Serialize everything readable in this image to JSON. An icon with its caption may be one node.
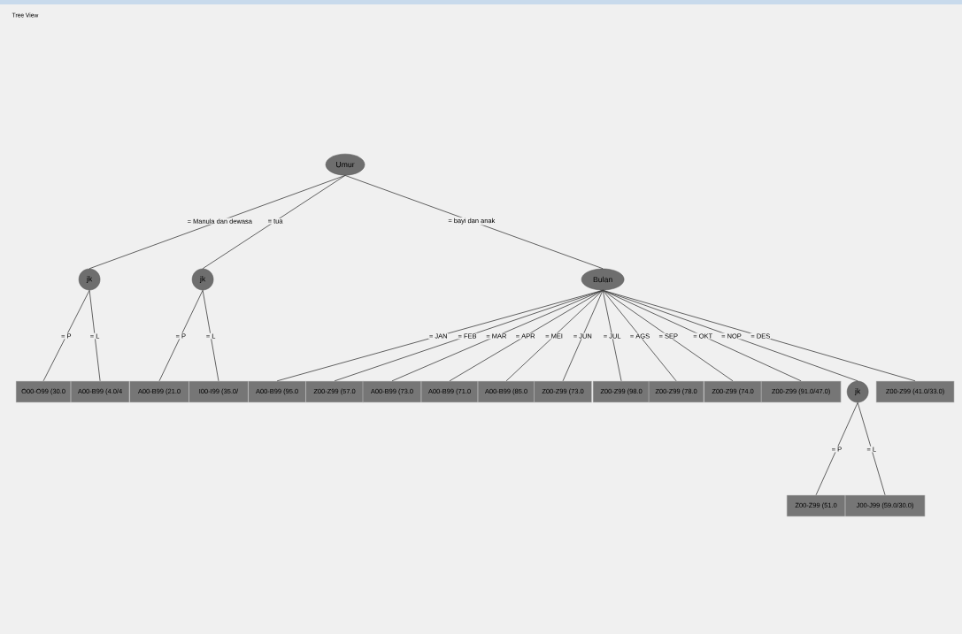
{
  "diagram": {
    "title": "Tree View",
    "nodes": [
      {
        "text": [
          "Umur"
        ]
      },
      {
        "text": [
          "jk"
        ]
      },
      {
        "text": [
          "jk"
        ]
      },
      {
        "text": [
          "Bulan"
        ]
      },
      {
        "text": [
          "O00-O99 (30.0"
        ]
      },
      {
        "text": [
          "A00-B99 (4.0/4"
        ]
      },
      {
        "text": [
          "A00-B99 (21.0"
        ]
      },
      {
        "text": [
          "I00-I99 (35.0/"
        ]
      },
      {
        "text": [
          "A00-B99 (95.0"
        ]
      },
      {
        "text": [
          "Z00-Z99 (57.0"
        ]
      },
      {
        "text": [
          "A00-B99 (73.0"
        ]
      },
      {
        "text": [
          "A00-B99 (71.0"
        ]
      },
      {
        "text": [
          "A00-B99 (85.0"
        ]
      },
      {
        "text": [
          "Z00-Z99 (73.0"
        ]
      },
      {
        "text": [
          "Z00-Z99 (98.0"
        ]
      },
      {
        "text": [
          "Z00-Z99 (78.0"
        ]
      },
      {
        "text": [
          "Z00-Z99 (74.0"
        ]
      },
      {
        "text": [
          "Z00-Z99 (91.0/47.0)"
        ]
      },
      {
        "text": [
          "jk"
        ]
      },
      {
        "text": [
          "Z00-Z99 (41.0/33.0)"
        ]
      },
      {
        "text": [
          "Z00-Z99 (51.0"
        ]
      },
      {
        "text": [
          "J00-J99 (59.0/30.0)"
        ]
      }
    ],
    "edges": [
      {
        "from": 0,
        "to": 1,
        "arrow": "none",
        "label": "= Manula dan dewasa"
      },
      {
        "from": 0,
        "to": 2,
        "arrow": "none",
        "label": "= tua"
      },
      {
        "from": 0,
        "to": 3,
        "arrow": "none",
        "label": "= bayi dan anak"
      },
      {
        "from": 1,
        "to": 4,
        "arrow": "none",
        "label": "= P"
      },
      {
        "from": 1,
        "to": 5,
        "arrow": "none",
        "label": "= L"
      },
      {
        "from": 2,
        "to": 6,
        "arrow": "none",
        "label": "= P"
      },
      {
        "from": 2,
        "to": 7,
        "arrow": "none",
        "label": "= L"
      },
      {
        "from": 3,
        "to": 8,
        "arrow": "none",
        "label": "= JAN"
      },
      {
        "from": 3,
        "to": 9,
        "arrow": "none",
        "label": "= FEB"
      },
      {
        "from": 3,
        "to": 10,
        "arrow": "none",
        "label": "= MAR"
      },
      {
        "from": 3,
        "to": 11,
        "arrow": "none",
        "label": "= APR"
      },
      {
        "from": 3,
        "to": 12,
        "arrow": "none",
        "label": "= MEI"
      },
      {
        "from": 3,
        "to": 13,
        "arrow": "none",
        "label": "= JUN"
      },
      {
        "from": 3,
        "to": 14,
        "arrow": "none",
        "label": "= JUL"
      },
      {
        "from": 3,
        "to": 15,
        "arrow": "none",
        "label": "= AGS"
      },
      {
        "from": 3,
        "to": 16,
        "arrow": "none",
        "label": "= SEP"
      },
      {
        "from": 3,
        "to": 17,
        "arrow": "none",
        "label": "= OKT"
      },
      {
        "from": 3,
        "to": 18,
        "arrow": "none",
        "label": "= NOP"
      },
      {
        "from": 3,
        "to": 19,
        "arrow": "none",
        "label": "= DES"
      },
      {
        "from": 18,
        "to": 20,
        "arrow": "none",
        "label": "= P"
      },
      {
        "from": 18,
        "to": 21,
        "arrow": "none",
        "label": "= L"
      }
    ]
  }
}
